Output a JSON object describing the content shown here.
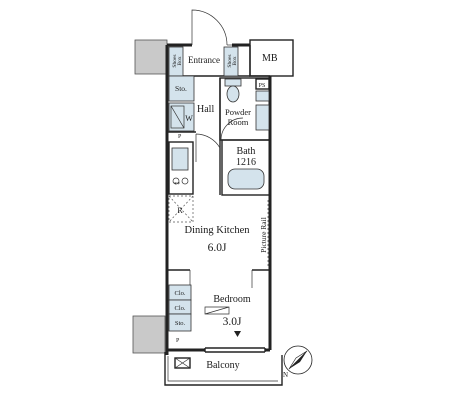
{
  "rooms": {
    "entrance": "Entrance",
    "mb": "MB",
    "hall": "Hall",
    "powder_room_line1": "Powder",
    "powder_room_line2": "Room",
    "ps": "PS",
    "bath": "Bath",
    "bath_size": "1216",
    "dining_kitchen": "Dining Kitchen",
    "dining_kitchen_size": "6.0J",
    "picture_rail": "Picture Rail",
    "bedroom": "Bedroom",
    "bedroom_size": "3.0J",
    "balcony": "Balcony"
  },
  "fixtures": {
    "shoes_box_top": "Shoes",
    "shoes_box_bottom": "Box",
    "sto_upper": "Sto.",
    "washer": "W",
    "p_upper": "P",
    "fridge": "R",
    "stove_marks": "**",
    "clo_1": "Clo.",
    "clo_2": "Clo.",
    "sto_lower": "Sto.",
    "p_lower": "P"
  },
  "compass": {
    "north": "N"
  },
  "colors": {
    "closet_fill": "#d4e3ec",
    "structure_fill": "#c9c9c9"
  }
}
